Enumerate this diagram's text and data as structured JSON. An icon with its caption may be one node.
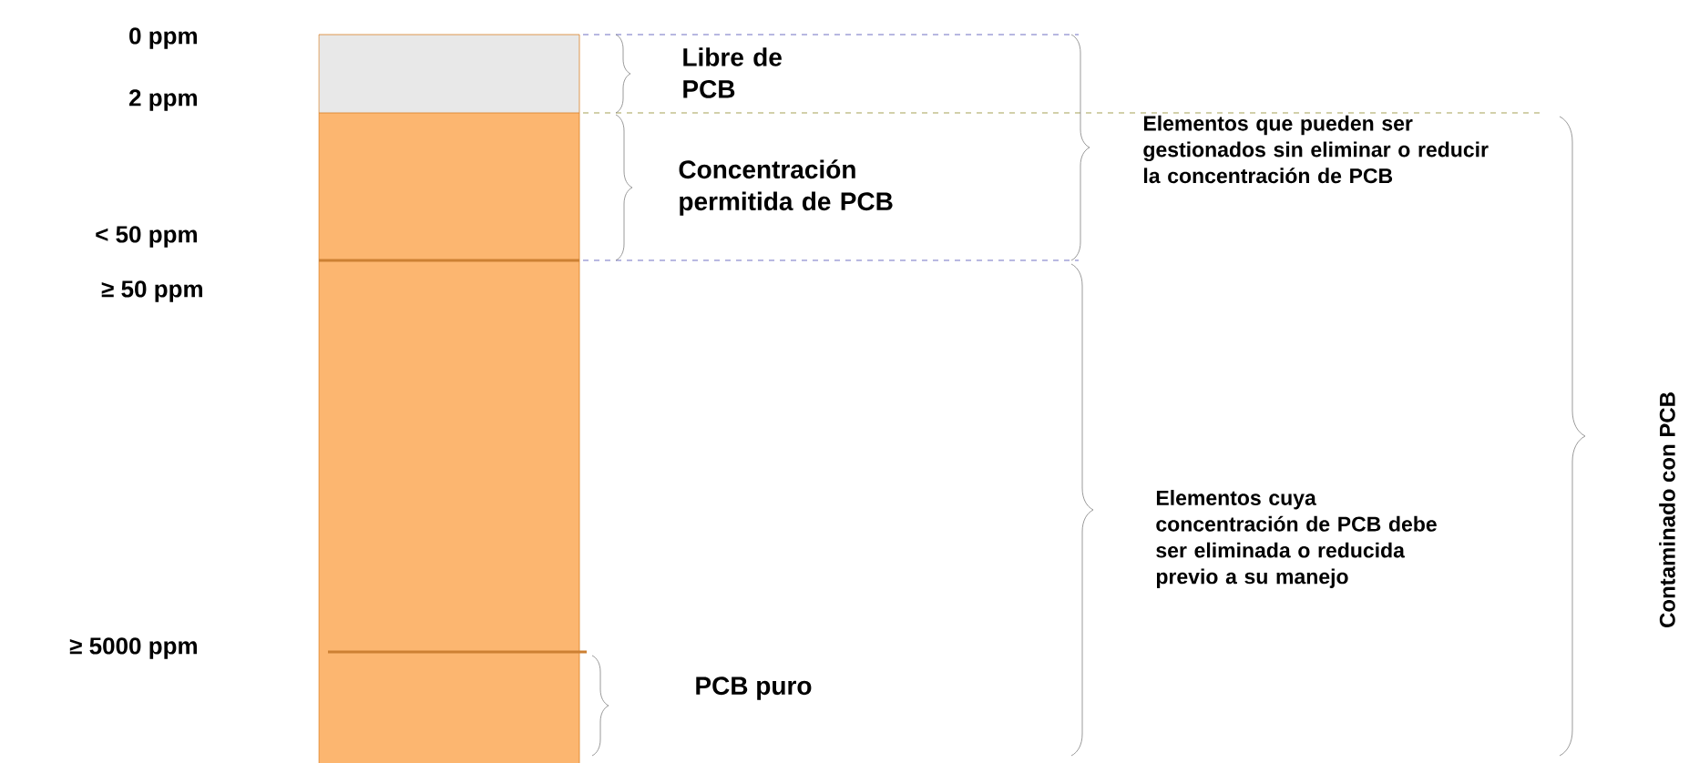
{
  "diagram": {
    "labels": [
      "0 ppm",
      "Libre de PCB",
      "2 ppm",
      "Elementos que pueden ser gestionados sin eliminar o reducir la concentración de PCB",
      "Concentración permitida de PCB",
      "< 50 ppm",
      "≥ 50 ppm",
      "Contaminado con PCB",
      "Elementos cuya concentración de PCB debe ser eliminada o reducida previo a su manejo",
      "≥ 5000 ppm",
      "PCB puro"
    ]
  }
}
